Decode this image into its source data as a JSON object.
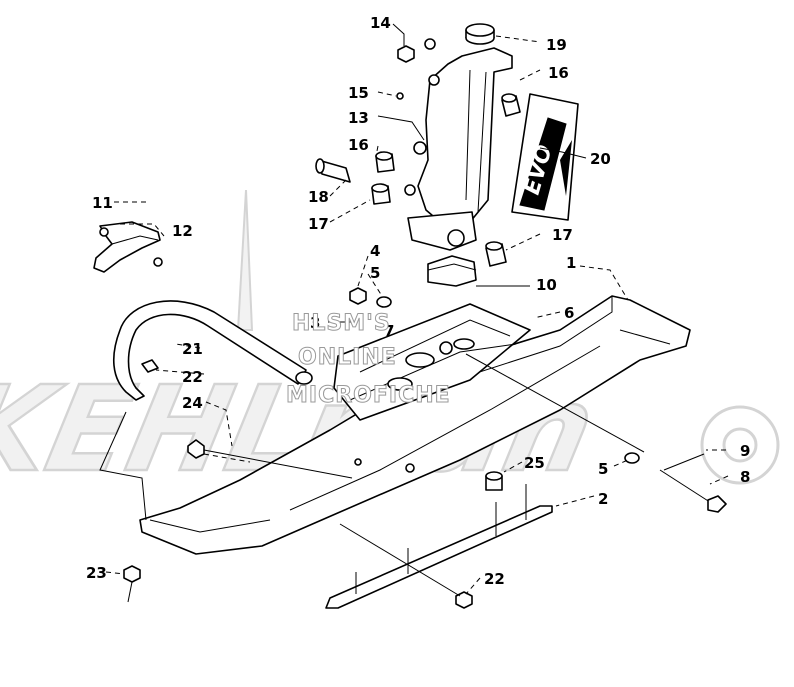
{
  "watermark": {
    "logo_text": "KEHLman",
    "line1": "HLSM'S",
    "line2": "ONLINE",
    "line3": "MICROFICHE"
  },
  "decal_text": "EVO",
  "callouts": {
    "c14": "14",
    "c19": "19",
    "c16a": "16",
    "c15": "15",
    "c13": "13",
    "c16b": "16",
    "c20": "20",
    "c18": "18",
    "c17a": "17",
    "c17b": "17",
    "c11": "11",
    "c12": "12",
    "c4": "4",
    "c5a": "5",
    "c1": "1",
    "c10": "10",
    "c3": "3",
    "c7": "7",
    "c6": "6",
    "c21": "21",
    "c22a": "22",
    "c24": "24",
    "c9": "9",
    "c5b": "5",
    "c8": "8",
    "c25": "25",
    "c2": "2",
    "c23": "23",
    "c22b": "22"
  }
}
